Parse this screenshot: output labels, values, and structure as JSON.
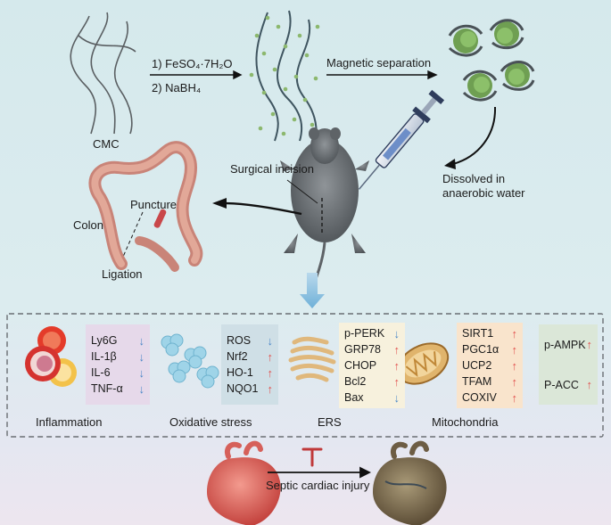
{
  "synthesis": {
    "precursor": "CMC",
    "step1": "1) FeSO₄·7H₂O",
    "step2": "2) NaBH₄",
    "separation": "Magnetic separation",
    "dissolved": "Dissolved in\nanaerobic water"
  },
  "model": {
    "incision": "Surgical incision",
    "colon": "Colon",
    "puncture": "Puncture",
    "ligation": "Ligation"
  },
  "markers": {
    "inflammation": {
      "caption": "Inflammation",
      "items": [
        {
          "name": "Ly6G",
          "dir": "down"
        },
        {
          "name": "IL-1β",
          "dir": "down"
        },
        {
          "name": "IL-6",
          "dir": "down"
        },
        {
          "name": "TNF-α",
          "dir": "down"
        }
      ]
    },
    "oxidative": {
      "caption": "Oxidative stress",
      "items": [
        {
          "name": "ROS",
          "dir": "down"
        },
        {
          "name": "Nrf2",
          "dir": "up"
        },
        {
          "name": "HO-1",
          "dir": "up"
        },
        {
          "name": "NQO1",
          "dir": "up"
        }
      ]
    },
    "ers": {
      "caption": "ERS",
      "items": [
        {
          "name": "p-PERK",
          "dir": "down"
        },
        {
          "name": "GRP78",
          "dir": "up"
        },
        {
          "name": "CHOP",
          "dir": "up"
        },
        {
          "name": "Bcl2",
          "dir": "up"
        },
        {
          "name": "Bax",
          "dir": "down"
        }
      ]
    },
    "mito": {
      "caption": "Mitochondria",
      "items": [
        {
          "name": "SIRT1",
          "dir": "up"
        },
        {
          "name": "PGC1α",
          "dir": "up"
        },
        {
          "name": "UCP2",
          "dir": "up"
        },
        {
          "name": "TFAM",
          "dir": "up"
        },
        {
          "name": "COXIV",
          "dir": "up"
        }
      ]
    },
    "ampk": {
      "items": [
        {
          "name": "p-AMPK",
          "dir": "up"
        },
        {
          "name": "P-ACC",
          "dir": "up"
        }
      ]
    }
  },
  "outcome": {
    "label": "Septic cardiac injury"
  },
  "colors": {
    "inflammation_panel": "#e6d9ea",
    "oxidative_panel": "#cfdfe6",
    "ers_panel": "#f7f1dd",
    "mito_panel": "#f9e4cc",
    "ampk_panel": "#dbe7d8",
    "up_arrow": "#e2514e",
    "down_arrow": "#4c88c8",
    "inhibit": "#c0393a"
  }
}
